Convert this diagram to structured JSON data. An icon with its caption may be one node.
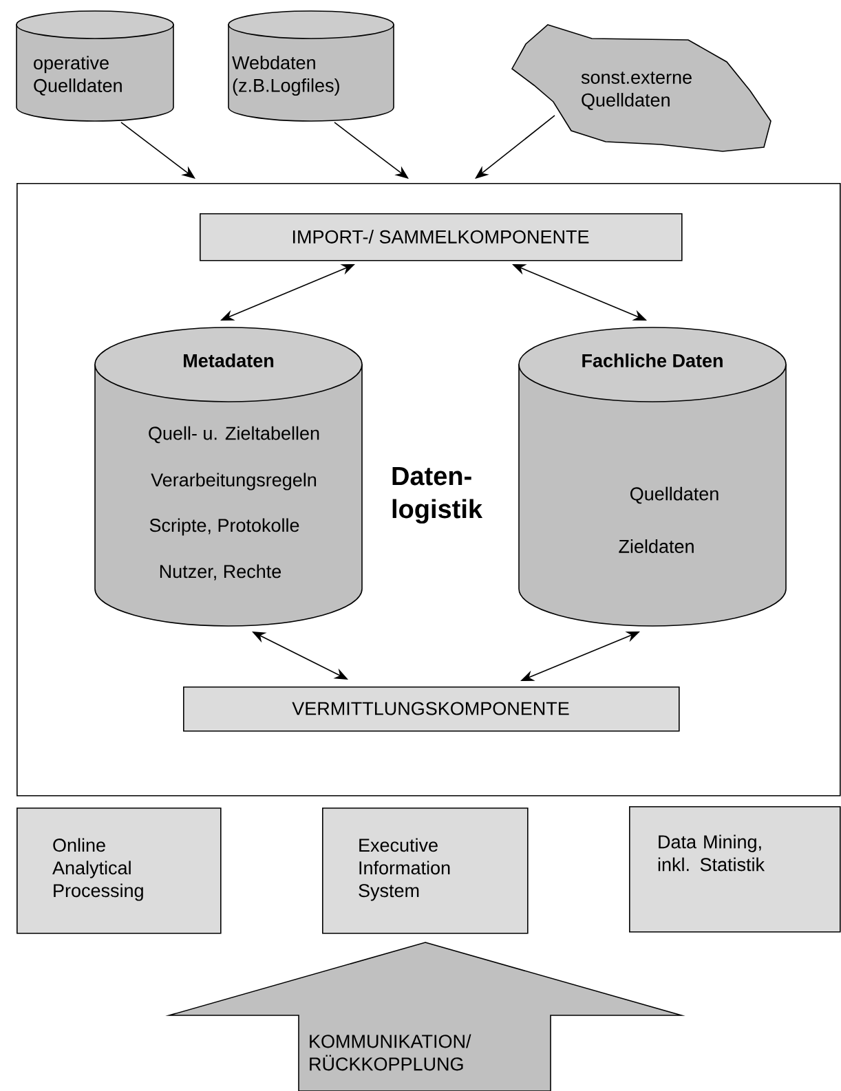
{
  "diagram": {
    "nodes": [
      {
        "text": [
          "operative Quelldaten"
        ]
      },
      {
        "text": [
          "Webdaten (z.B.Logfiles)"
        ]
      },
      {
        "text": [
          "sonst.externe Quelldaten"
        ]
      },
      {
        "text": [
          "Daten- logistik"
        ]
      },
      {
        "text": [
          "IMPORT-/ SAMMELKOMPONENTE"
        ],
        "in": 3
      },
      {
        "text": [
          "Metadaten",
          "Quell- u. Zieltabellen",
          "Verarbeitungsregeln",
          "Scripte, Protokolle",
          "Nutzer, Rechte"
        ],
        "in": 3
      },
      {
        "text": [
          "Fachliche Daten",
          "Quelldaten",
          "Zieldaten"
        ],
        "in": 3
      },
      {
        "text": [
          "VERMITTLUNGSKOMPONENTE"
        ],
        "in": 3
      },
      {
        "text": [
          "Online Analytical Processing"
        ]
      },
      {
        "text": [
          "Executive Information System"
        ]
      },
      {
        "text": [
          "Data Mining, inkl. Statistik"
        ]
      },
      {
        "text": [
          "KOMMUNIKATION/ RÜCKKOPPLUNG"
        ]
      }
    ],
    "edges": [
      {
        "from": 0,
        "to": 3,
        "arrow": "to"
      },
      {
        "from": 1,
        "to": 3,
        "arrow": "to"
      },
      {
        "from": 2,
        "to": 3,
        "arrow": "to"
      },
      {
        "from": 4,
        "to": 5,
        "arrow": "both"
      },
      {
        "from": 4,
        "to": 6,
        "arrow": "both"
      },
      {
        "from": 5,
        "to": 7,
        "arrow": "both"
      },
      {
        "from": 6,
        "to": 7,
        "arrow": "both"
      }
    ]
  }
}
